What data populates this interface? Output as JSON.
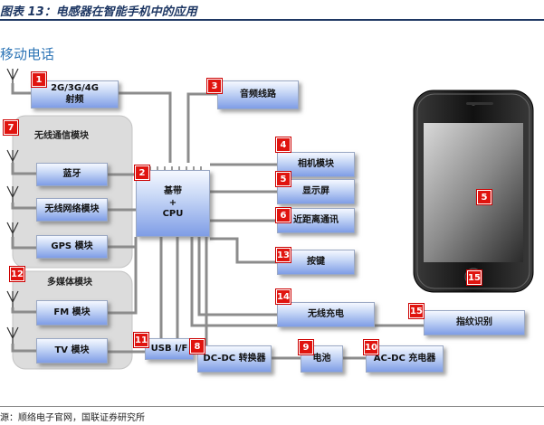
{
  "figure": {
    "title": "图表 13：电感器在智能手机中的应用",
    "section": "移动电话",
    "source": "源：顺络电子官网，国联证券研究所"
  },
  "groups": {
    "wireless": "无线通信模块",
    "multimedia": "多媒体模块"
  },
  "blocks": {
    "rf": "2G/3G/4G\n射频",
    "audio": "音频线路",
    "bluetooth": "蓝牙",
    "wifi": "无线网络模块",
    "gps": "GPS 模块",
    "fm": "FM 模块",
    "tv": "TV 模块",
    "baseband": "基带\n+\nCPU",
    "camera": "相机模块",
    "display": "显示屏",
    "nfc": "近距离通讯",
    "keys": "按键",
    "wireless_charge": "无线充电",
    "fingerprint": "指纹识别",
    "usb": "USB I/F",
    "dcdc": "DC-DC 转换器",
    "battery": "电池",
    "acdc": "AC-DC 充电器"
  },
  "badges": {
    "rf": "1",
    "baseband": "2",
    "audio": "3",
    "camera": "4",
    "display": "5",
    "nfc": "6",
    "wireless": "7",
    "dcdc": "8",
    "battery": "9",
    "acdc": "10",
    "usb": "11",
    "multimedia": "12",
    "keys": "13",
    "wireless_charge": "14",
    "fingerprint": "15",
    "phone_screen": "5",
    "phone_button": "15"
  },
  "colors": {
    "title": "#1f3864",
    "section": "#2e75b6",
    "badge": "#e0140f",
    "connector": "#8c8c8c"
  }
}
